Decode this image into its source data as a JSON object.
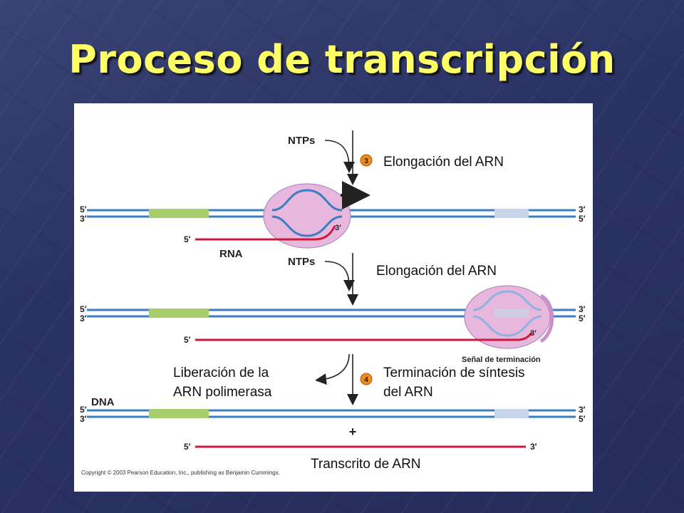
{
  "slide": {
    "title": "Proceso de transcripción",
    "title_color": "#ffff66",
    "background_color": "#2b3366"
  },
  "figure": {
    "colors": {
      "dna_strand": "#3a7dc4",
      "promoter": "#a6cf6b",
      "terminator": "#c7d4ea",
      "rna": "#cc1a3c",
      "polymerase": "#e7b7dd",
      "step_badge": "#ee8a1f"
    },
    "labels": {
      "five_prime": "5′",
      "three_prime": "3′",
      "ntps": "NTPs",
      "rna": "RNA",
      "dna": "DNA",
      "plus": "+",
      "step3": "3",
      "step4": "4"
    },
    "panel1": {
      "caption": "Elongación del ARN"
    },
    "panel2": {
      "caption": "Elongación del ARN",
      "termination_signal": "Señal de terminación"
    },
    "panel3": {
      "release_line1": "Liberación de la",
      "release_line2": "ARN polimerasa",
      "termination_line1": "Terminación de síntesis",
      "termination_line2": "del ARN",
      "transcript_caption": "Transcrito de ARN"
    },
    "copyright": "Copyright © 2003 Pearson Education, Inc., publishing as Benjamin Cummings."
  }
}
